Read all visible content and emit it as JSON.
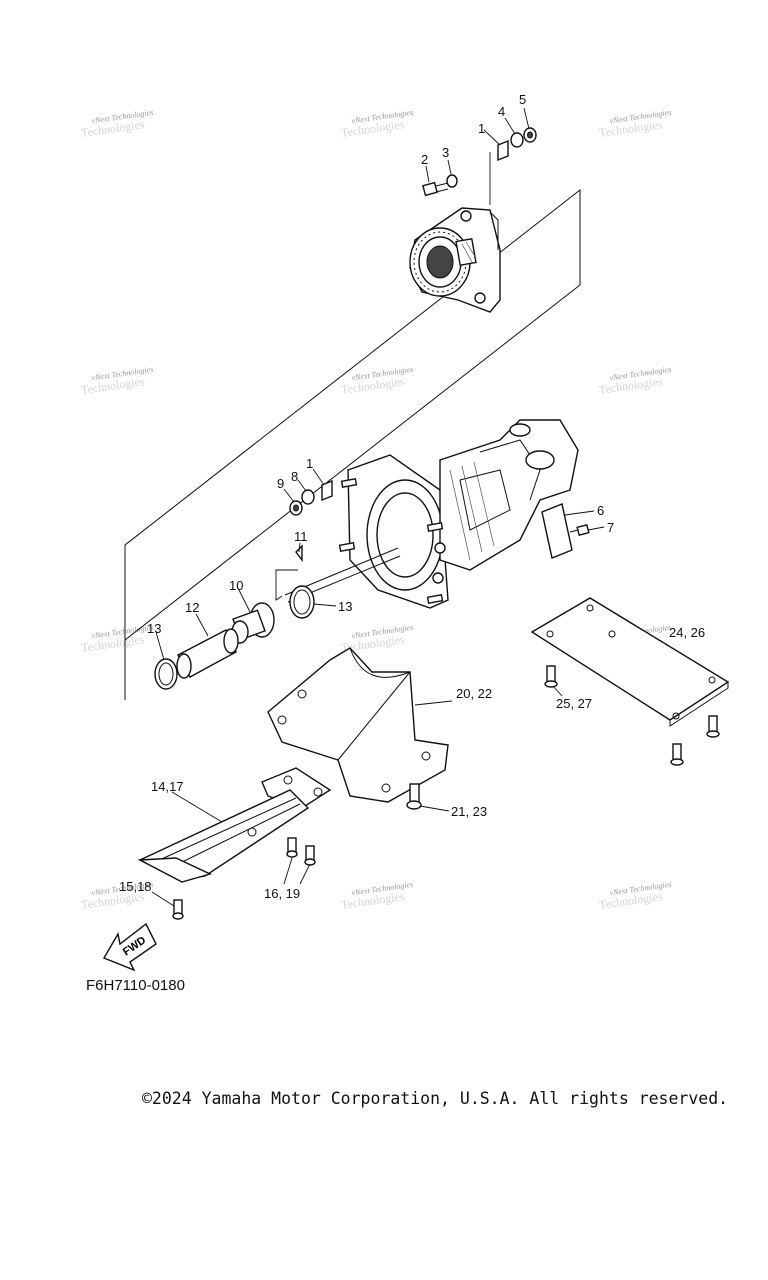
{
  "diagram": {
    "code": "F6H7110-0180",
    "direction_arrow_label": "FWD",
    "callouts": {
      "c1a": "1",
      "c2": "2",
      "c3": "3",
      "c4": "4",
      "c5": "5",
      "c1b": "1",
      "c8": "8",
      "c9": "9",
      "c6": "6",
      "c7": "7",
      "c11": "11",
      "c10": "10",
      "c12": "12",
      "c13a": "13",
      "c13b": "13",
      "c24_26": "24, 26",
      "c25_27": "25, 27",
      "c20_22": "20, 22",
      "c21_23": "21, 23",
      "c14_17": "14,17",
      "c15_18": "15,18",
      "c16_19": "16, 19"
    },
    "watermark": {
      "text": "vNext Technologies"
    }
  },
  "footer": {
    "copyright": "©2024 Yamaha Motor Corporation, U.S.A. All rights reserved."
  }
}
